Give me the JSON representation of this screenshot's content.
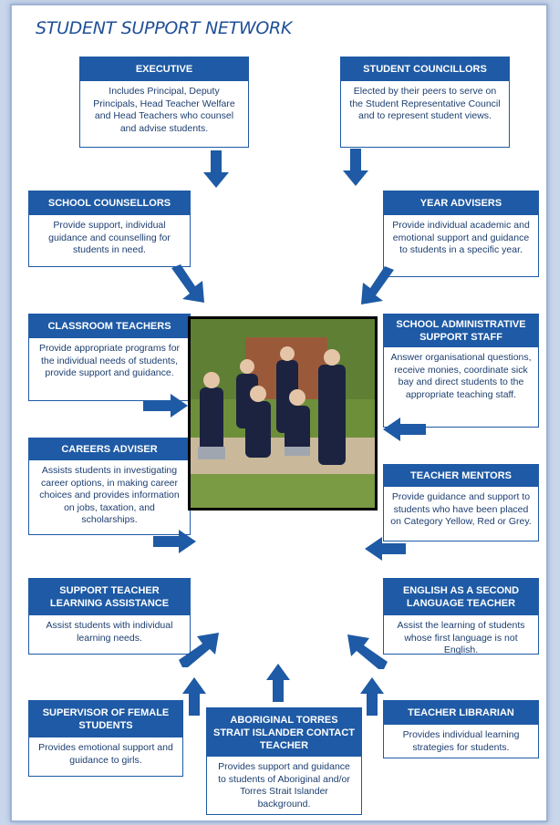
{
  "title": "STUDENT SUPPORT NETWORK",
  "colors": {
    "primary": "#1e5aa5",
    "text": "#1c3e70",
    "page_bg": "#c9d7ec"
  },
  "boxes": {
    "executive": {
      "title": "EXECUTIVE",
      "text": "Includes Principal, Deputy Principals, Head Teacher Welfare and Head Teachers who counsel and advise students."
    },
    "student_councillors": {
      "title": "STUDENT COUNCILLORS",
      "text": "Elected by their peers to serve on the Student Representative Council and to represent student views."
    },
    "school_counsellors": {
      "title": "SCHOOL COUNSELLORS",
      "text": "Provide support, individual guidance and counselling for students in need."
    },
    "year_advisers": {
      "title": "YEAR ADVISERS",
      "text": "Provide individual academic and emotional support and guidance to students in a specific year."
    },
    "classroom_teachers": {
      "title": "CLASSROOM TEACHERS",
      "text": "Provide appropriate programs for the individual needs of students, provide support and guidance."
    },
    "admin_staff": {
      "title": "SCHOOL ADMINISTRATIVE SUPPORT STAFF",
      "text": "Answer organisational questions, receive monies, coordinate sick bay and direct students to the appropriate teaching staff."
    },
    "careers_adviser": {
      "title": "CAREERS ADVISER",
      "text": "Assists students in investigating career options, in making career choices and provides information on jobs, taxation, and scholarships."
    },
    "teacher_mentors": {
      "title": "TEACHER MENTORS",
      "text": "Provide guidance and support to students who have been placed on Category Yellow, Red or Grey."
    },
    "support_teacher": {
      "title": "SUPPORT TEACHER LEARNING ASSISTANCE",
      "text": "Assist students with individual learning needs."
    },
    "esl_teacher": {
      "title": "ENGLISH AS A SECOND LANGUAGE TEACHER",
      "text": "Assist the learning of students whose first language is not English."
    },
    "supervisor_female": {
      "title": "SUPERVISOR OF FEMALE STUDENTS",
      "text": "Provides emotional support and guidance to girls."
    },
    "aboriginal_teacher": {
      "title": "ABORIGINAL TORRES STRAIT ISLANDER CONTACT TEACHER",
      "text": "Provides support and guidance to students of Aboriginal and/or Torres Strait Islander background."
    },
    "teacher_librarian": {
      "title": "TEACHER LIBRARIAN",
      "text": "Provides individual learning strategies for students."
    }
  }
}
